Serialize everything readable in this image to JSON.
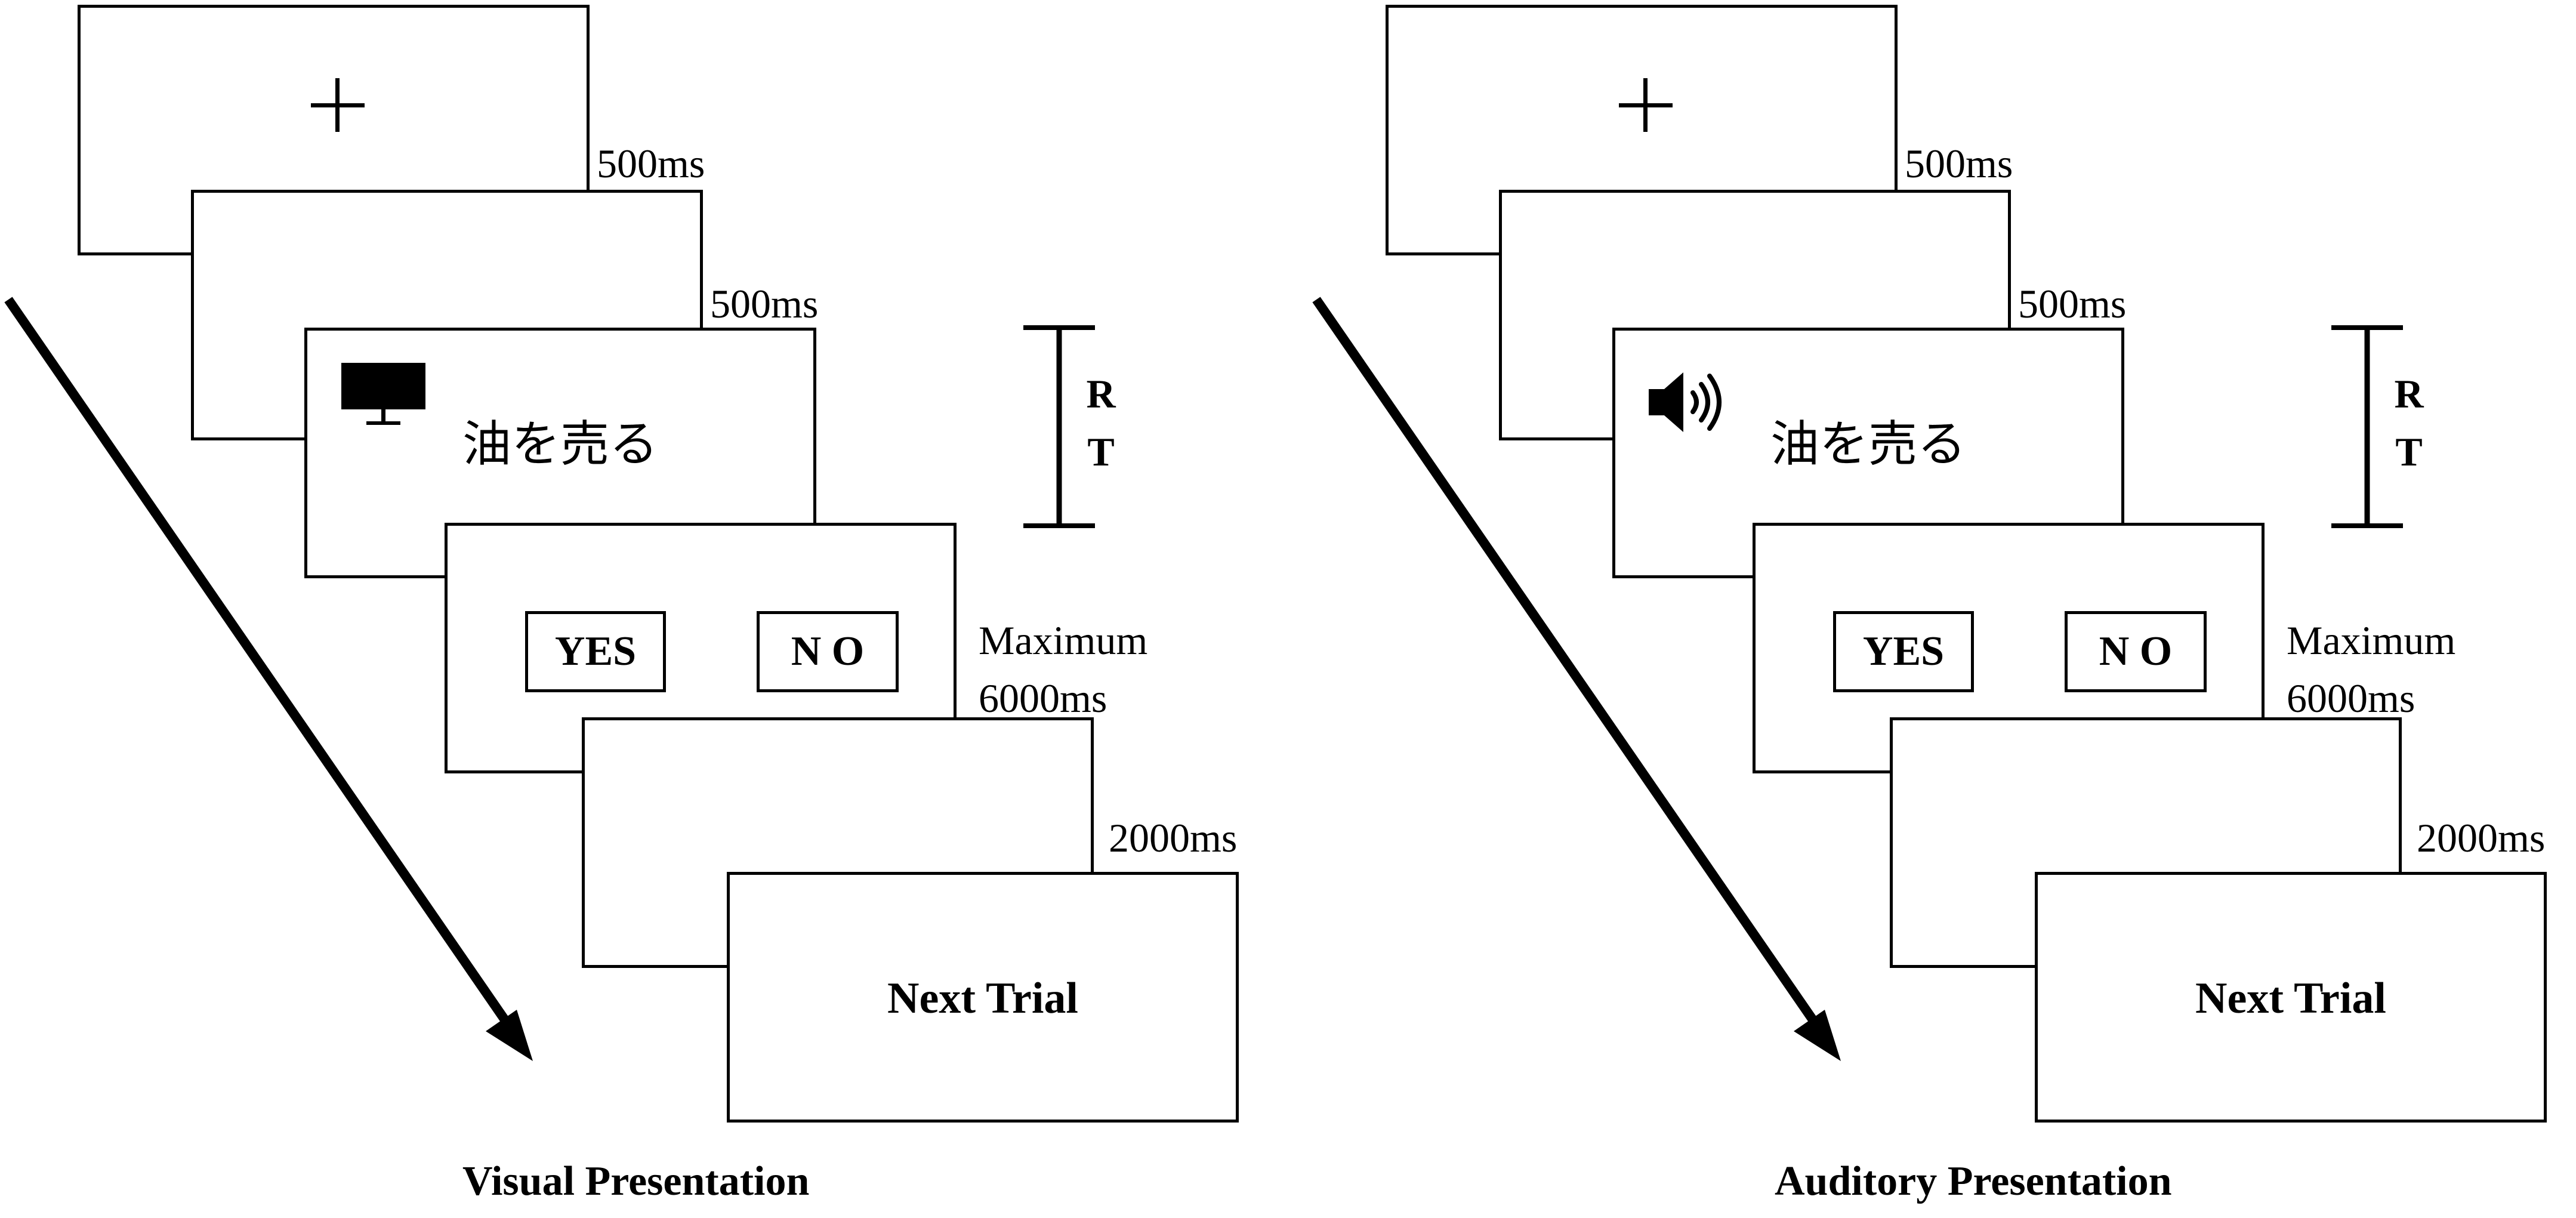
{
  "panels": [
    {
      "caption": "Visual Presentation",
      "fixation": "+",
      "timings": {
        "fixation": "500ms",
        "blank": "500ms",
        "response_line1": "Maximum",
        "response_line2": "6000ms",
        "feedback": "2000ms"
      },
      "stimulus": "油を売る",
      "modality_icon": "monitor-icon",
      "rt_label": [
        "R",
        "T"
      ],
      "response_buttons": {
        "yes": "YES",
        "no": "N O"
      },
      "next": "Next Trial"
    },
    {
      "caption": "Auditory Presentation",
      "fixation": "+",
      "timings": {
        "fixation": "500ms",
        "blank": "500ms",
        "response_line1": "Maximum",
        "response_line2": "6000ms",
        "feedback": "2000ms"
      },
      "stimulus": "油を売る",
      "modality_icon": "speaker-icon",
      "rt_label": [
        "R",
        "T"
      ],
      "response_buttons": {
        "yes": "YES",
        "no": "N O"
      },
      "next": "Next Trial"
    }
  ],
  "colors": {
    "stroke": "#000000",
    "background": "#ffffff"
  }
}
